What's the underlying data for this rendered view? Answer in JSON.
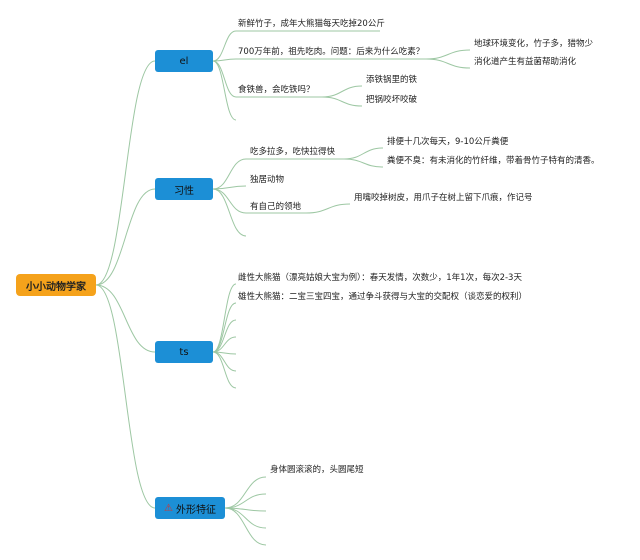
{
  "root": {
    "label": "小小动物学家"
  },
  "branches": [
    {
      "label": "el",
      "items": [
        {
          "text": "新鲜竹子，成年大熊猫每天吃掉20公斤"
        },
        {
          "text": "700万年前，祖先吃肉。问题：后来为什么吃素？",
          "children": [
            "地球环境变化，竹子多，猎物少",
            "消化道产生有益菌帮助消化"
          ]
        },
        {
          "text": "食铁兽，会吃铁吗？",
          "children": [
            "添铁锅里的铁",
            "把锅咬坏咬破"
          ]
        }
      ]
    },
    {
      "label": "习性",
      "items": [
        {
          "text": "吃多拉多，吃快拉得快",
          "children": [
            "排便十几次每天，9-10公斤粪便",
            "粪便不臭：有未消化的竹纤维，带着骨竹子特有的清香。"
          ]
        },
        {
          "text": "独居动物"
        },
        {
          "text": "有自己的领地",
          "children": [
            "用嘴咬掉树皮，用爪子在树上留下爪痕，作记号"
          ]
        }
      ]
    },
    {
      "label": "ts",
      "items": [
        {
          "text": "雌性大熊猫（漂亮姑娘大宝为例）：春天发情，次数少，1年1次，每次2-3天"
        },
        {
          "text": "雄性大熊猫：二宝三宝四宝，通过争斗获得与大宝的交配权（谈恋爱的权利）"
        }
      ]
    },
    {
      "label": "外形特征",
      "icon": "warning-icon",
      "icon_glyph": "⚠",
      "items": [
        {
          "text": "身体圆滚滚的，头圆尾短"
        }
      ]
    }
  ],
  "colors": {
    "root": "#f5a21b",
    "branch": "#1c8fd6",
    "line": "#9dc7a3"
  }
}
